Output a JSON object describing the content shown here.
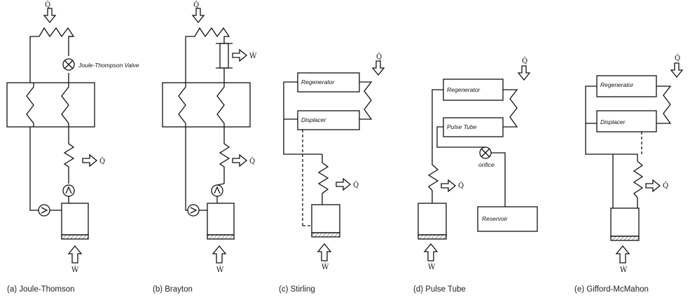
{
  "captions": {
    "a": "(a) Joule-Thomson",
    "b": "(b) Brayton",
    "c": "(c) Stirling",
    "d": "(d) Pulse Tube",
    "e": "(e) Gifford-McMahon"
  },
  "symbols": {
    "heat": "Q̇",
    "work": "Ẇ"
  },
  "labels": {
    "jt_valve": "Joule-Thompson Valve",
    "regenerator": "Regenerator",
    "displacer": "Displacer",
    "pulse_tube": "Pulse Tube",
    "orifice": "orifice",
    "reservoir": "Reservoir"
  },
  "icons": [
    "heat-exchanger-icon",
    "valve-icon",
    "pump-icon",
    "piston-icon",
    "arrow-icon"
  ]
}
